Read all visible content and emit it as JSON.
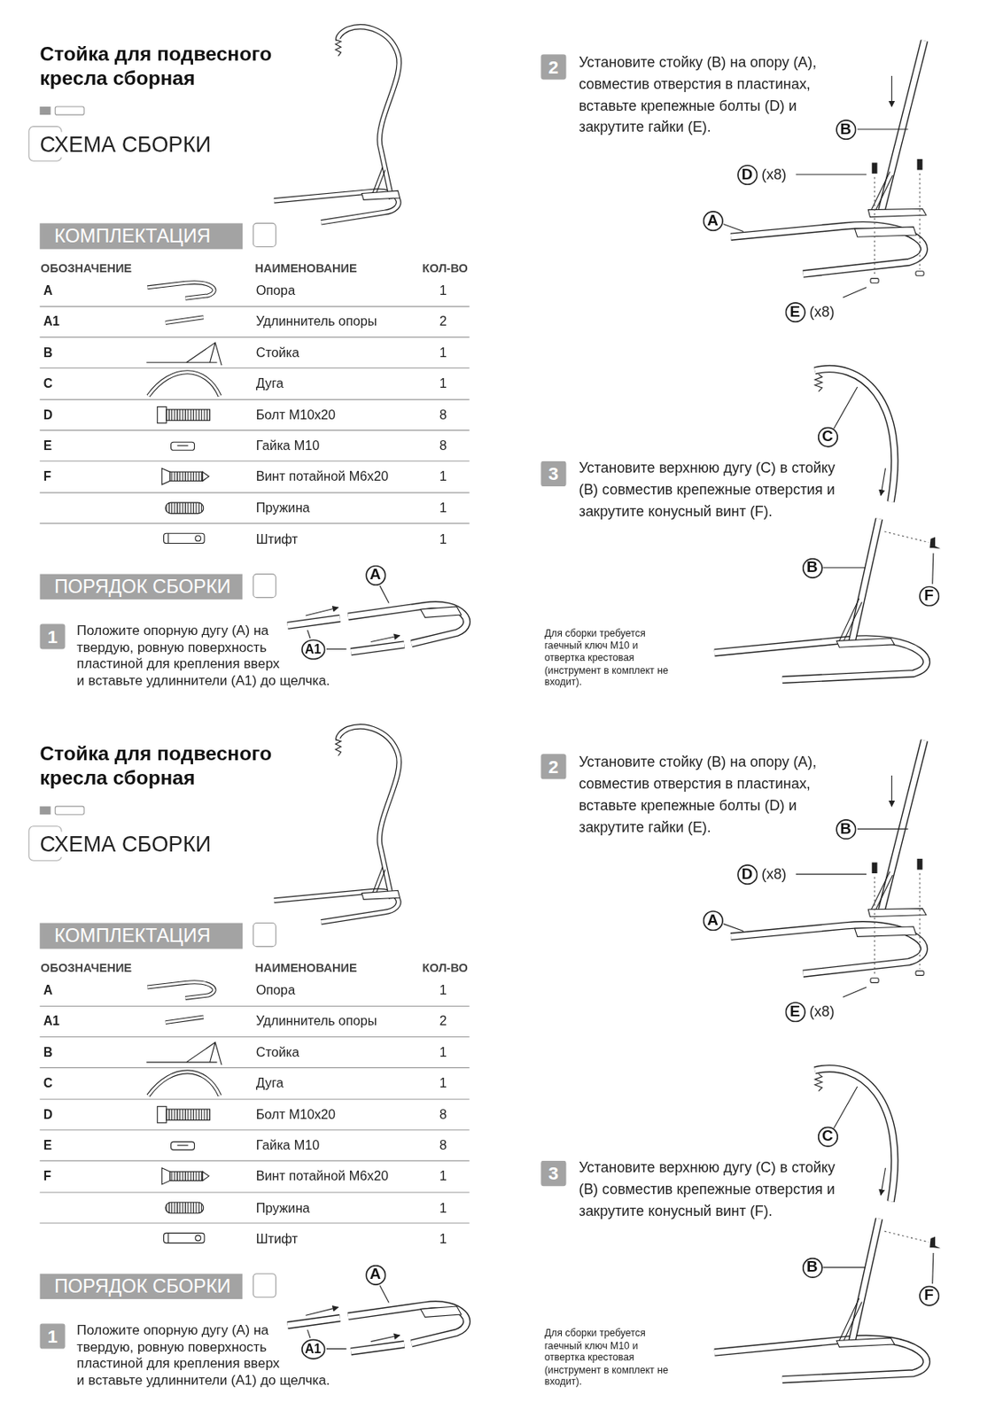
{
  "diagram": {
    "title": "Стойка для подвесного кресла сборная",
    "nodes": [
      {
        "text": [
          "КОМПЛЕКТАЦИЯ"
        ]
      },
      {
        "text": [
          "ПОРЯДОК СБОРКИ"
        ]
      },
      {
        "text": [
          "1"
        ]
      },
      {
        "text": [
          "A"
        ]
      },
      {
        "text": [
          "A1"
        ]
      },
      {
        "text": [
          "2"
        ]
      },
      {
        "text": [
          "B"
        ]
      },
      {
        "text": [
          "D"
        ]
      },
      {
        "text": [
          "A"
        ]
      },
      {
        "text": [
          "E"
        ]
      },
      {
        "text": [
          "3"
        ]
      },
      {
        "text": [
          "C"
        ]
      },
      {
        "text": [
          "B"
        ]
      },
      {
        "text": [
          "F"
        ]
      },
      {
        "text": [
          "КОМПЛЕКТАЦИЯ"
        ]
      },
      {
        "text": [
          "ПОРЯДОК СБОРКИ"
        ]
      },
      {
        "text": [
          "1"
        ]
      },
      {
        "text": [
          "A"
        ]
      },
      {
        "text": [
          "A1"
        ]
      },
      {
        "text": [
          "2"
        ]
      },
      {
        "text": [
          "B"
        ]
      },
      {
        "text": [
          "D"
        ]
      },
      {
        "text": [
          "A"
        ]
      },
      {
        "text": [
          "E"
        ]
      },
      {
        "text": [
          "3"
        ]
      },
      {
        "text": [
          "C"
        ]
      },
      {
        "text": [
          "B"
        ]
      },
      {
        "text": [
          "F"
        ]
      }
    ],
    "labels": [
      "СХЕМА СБОРКИ",
      "ОБОЗНАЧЕНИЕ",
      "НАИМЕНОВАНИЕ",
      "КОЛ-ВО",
      "A",
      "Опора",
      "1",
      "A1",
      "Удлиннитель опоры",
      "2",
      "B",
      "Стойка",
      "1",
      "C",
      "Дуга",
      "1",
      "D",
      "Болт М10x20",
      "8",
      "E",
      "Гайка М10",
      "8",
      "F",
      "Винт потайной М6x20",
      "1",
      "Пружина",
      "1",
      "Штифт",
      "1",
      "Положите опорную дугу (A) на твердую, ровную поверхность пластиной для крепления вверх и вставьте удлиннители (A1) до щелчка.",
      "Установите стойку (B) на опору (A), совместив отверстия в пластинах, вставьте крепежные болты (D) и закрутите гайки (E).",
      "(x8)",
      "(x8)",
      "Установите верхнюю дугу (C) в стойку (B) совместив крепежные отверстия и закрутите конусный винт (F).",
      "Для сборки требуется гаечный ключ М10 и отвертка крестовая (инструмент в комплект не входит).",
      "Стойка для подвесного кресла сборная",
      "СХЕМА СБОРКИ",
      "ОБОЗНАЧЕНИЕ",
      "НАИМЕНОВАНИЕ",
      "КОЛ-ВО",
      "A",
      "Опора",
      "1",
      "A1",
      "Удлиннитель опоры",
      "2",
      "B",
      "Стойка",
      "1",
      "C",
      "Дуга",
      "1",
      "D",
      "Болт М10x20",
      "8",
      "E",
      "Гайка М10",
      "8",
      "F",
      "Винт потайной М6x20",
      "1",
      "Пружина",
      "1",
      "Штифт",
      "1",
      "Положите опорную дугу (A) на твердую, ровную поверхность пластиной для крепления вверх и вставьте удлиннители (A1) до щелчка.",
      "Установите стойку (B) на опору (A), совместив отверстия в пластинах, вставьте крепежные болты (D) и закрутите гайки (E).",
      "(x8)",
      "(x8)",
      "Установите верхнюю дугу (C) в стойку (B) совместив крепежные отверстия и закрутите конусный винт (F).",
      "Для сборки требуется гаечный ключ М10 и отвертка крестовая (инструмент в комплект не входит)."
    ]
  }
}
